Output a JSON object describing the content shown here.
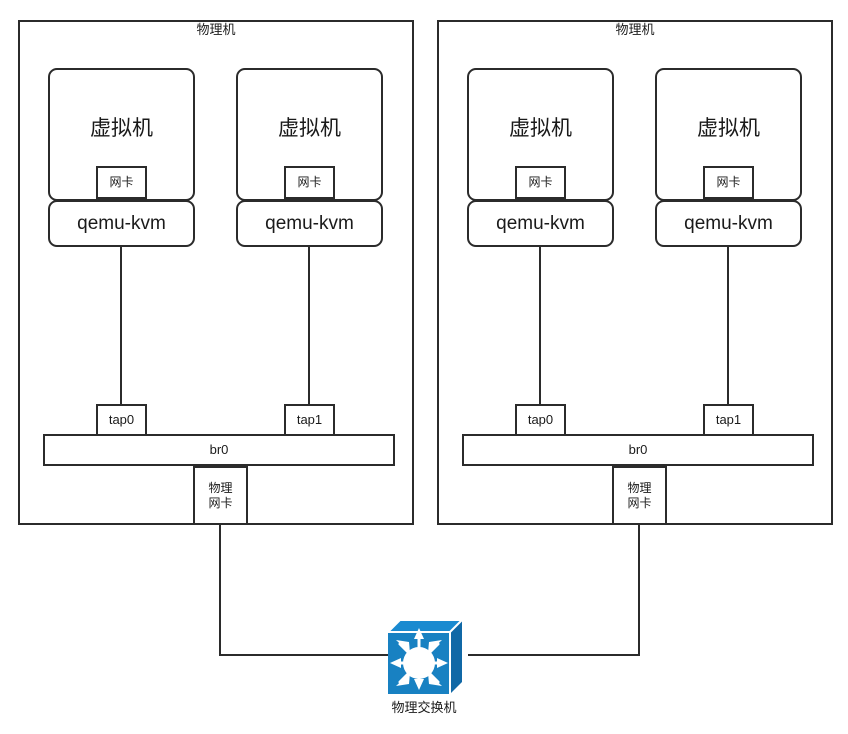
{
  "diagram": {
    "title_text": "物理机",
    "hosts": [
      {
        "name": "物理机",
        "vms": [
          {
            "label": "虚拟机",
            "nic": "网卡",
            "hypervisor": "qemu-kvm",
            "tap": "tap0"
          },
          {
            "label": "虚拟机",
            "nic": "网卡",
            "hypervisor": "qemu-kvm",
            "tap": "tap1"
          }
        ],
        "bridge": "br0",
        "physical_nic": {
          "line1": "物理",
          "line2": "网卡"
        }
      },
      {
        "name": "物理机",
        "vms": [
          {
            "label": "虚拟机",
            "nic": "网卡",
            "hypervisor": "qemu-kvm",
            "tap": "tap0"
          },
          {
            "label": "虚拟机",
            "nic": "网卡",
            "hypervisor": "qemu-kvm",
            "tap": "tap1"
          }
        ],
        "bridge": "br0",
        "physical_nic": {
          "line1": "物理",
          "line2": "网卡"
        }
      }
    ],
    "switch": {
      "caption": "物理交换机",
      "icon": "network-switch-icon",
      "colors": {
        "front": "#1881c2",
        "top": "#1a8ad0",
        "side": "#1068a6",
        "arrows": "#ffffff"
      }
    },
    "colors": {
      "stroke": "#2b2b2b",
      "background": "#ffffff",
      "text": "#1a1a1a"
    }
  }
}
